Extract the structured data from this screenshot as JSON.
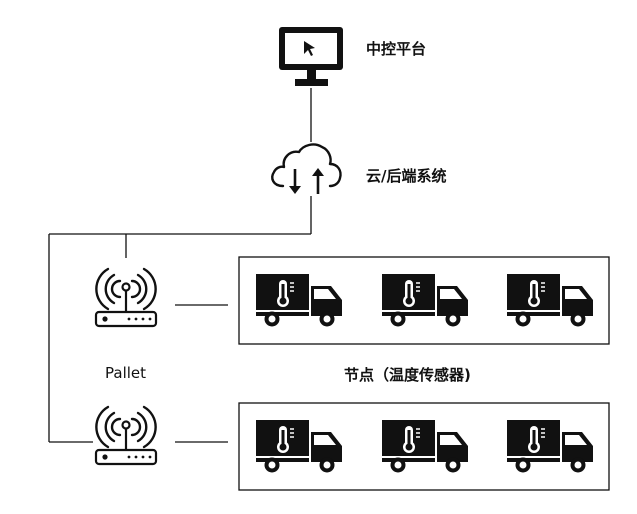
{
  "labels": {
    "platform": "中控平台",
    "cloud": "云/后端系统",
    "pallet": "Pallet",
    "nodes": "节点（温度传感器)"
  },
  "nodes": {
    "groups": 2,
    "trucks_per_group": 3
  },
  "colors": {
    "line": "#111111",
    "icon": "#111111",
    "background": "#ffffff"
  },
  "icons": {
    "platform": "monitor-icon",
    "cloud": "cloud-sync-icon",
    "router": "wireless-router-icon",
    "truck": "refrigerated-truck-icon",
    "thermometer": "thermometer-icon"
  }
}
